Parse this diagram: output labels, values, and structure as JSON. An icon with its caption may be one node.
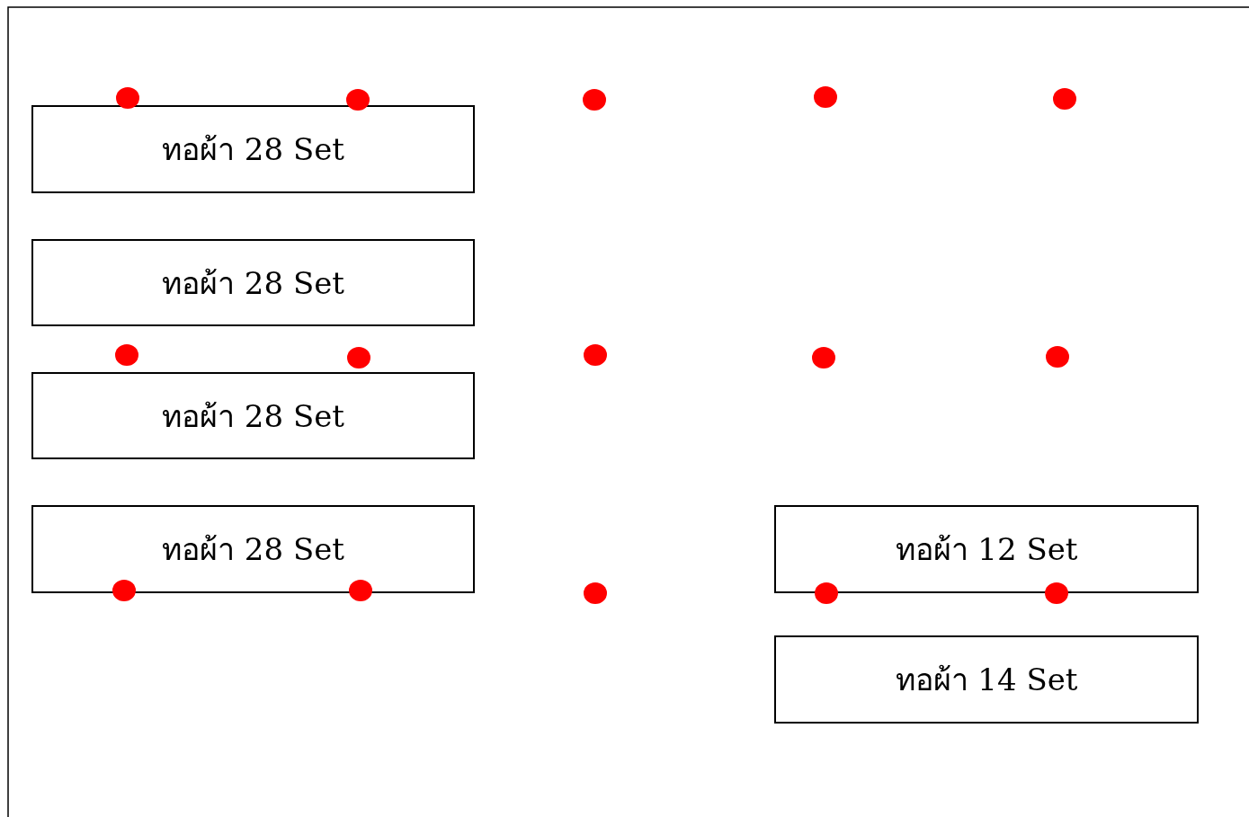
{
  "diagram": {
    "nodes": [
      {
        "text": [
          "ทอผ้า 28 Set"
        ]
      },
      {
        "text": [
          "ทอผ้า 28 Set"
        ]
      },
      {
        "text": [
          "ทอผ้า 28 Set"
        ]
      },
      {
        "text": [
          "ทอผ้า 28 Set"
        ]
      },
      {
        "text": [
          "ทอผ้า 12 Set"
        ]
      },
      {
        "text": [
          "ทอผ้า 14 Set"
        ]
      }
    ],
    "edges": []
  }
}
